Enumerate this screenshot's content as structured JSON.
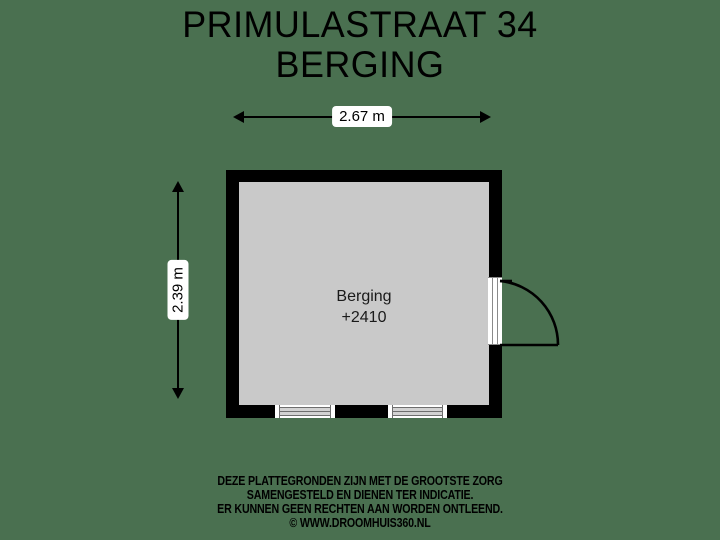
{
  "document": {
    "title_line_1": "PRIMULASTRAAT 34",
    "title_line_2": "BERGING"
  },
  "dimensions": {
    "width_label": "2.67 m",
    "height_label": "2.39 m"
  },
  "floorplan": {
    "room_name": "Berging",
    "room_level": "+2410",
    "colors": {
      "background": "#4a7050",
      "wall": "#000000",
      "floor": "#c9c9c9",
      "opening": "#ffffff",
      "text": "#000000"
    },
    "openings": [
      {
        "name": "door",
        "wall": "right"
      },
      {
        "name": "window-1",
        "wall": "bottom"
      },
      {
        "name": "window-2",
        "wall": "bottom"
      }
    ]
  },
  "footer": {
    "line_1": "DEZE PLATTEGRONDEN ZIJN MET DE GROOTSTE ZORG",
    "line_2": "SAMENGESTELD EN DIENEN TER INDICATIE.",
    "line_3": "ER KUNNEN GEEN RECHTEN AAN WORDEN ONTLEEND.",
    "line_4": "© WWW.DROOMHUIS360.NL"
  }
}
